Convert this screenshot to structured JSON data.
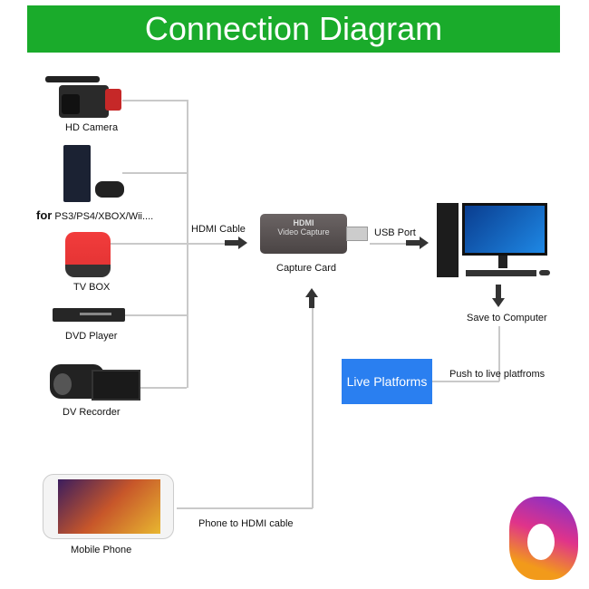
{
  "title": "Connection Diagram",
  "devices": [
    {
      "label": "HD Camera",
      "icon": "camcorder-icon"
    },
    {
      "label": "PS3/PS4/XBOX/Wii....",
      "prefix": "for",
      "icon": "game-console-icon"
    },
    {
      "label": "TV BOX",
      "icon": "tv-box-icon"
    },
    {
      "label": "DVD Player",
      "icon": "dvd-player-icon"
    },
    {
      "label": "DV Recorder",
      "icon": "dv-recorder-icon"
    },
    {
      "label": "Mobile Phone",
      "icon": "mobile-phone-icon"
    }
  ],
  "connections": {
    "hdmi": "HDMI Cable",
    "usb": "USB Port",
    "save": "Save to Computer",
    "push": "Push to live platfroms",
    "phone": "Phone to HDMI cable"
  },
  "capture_card": {
    "label": "Capture Card",
    "brand": "HDMI",
    "sub": "Video Capture"
  },
  "live": {
    "label": "Live Platforms",
    "color": "#2a7ff0"
  },
  "colors": {
    "banner": "#1aab2b",
    "line": "#c9c9c9"
  }
}
